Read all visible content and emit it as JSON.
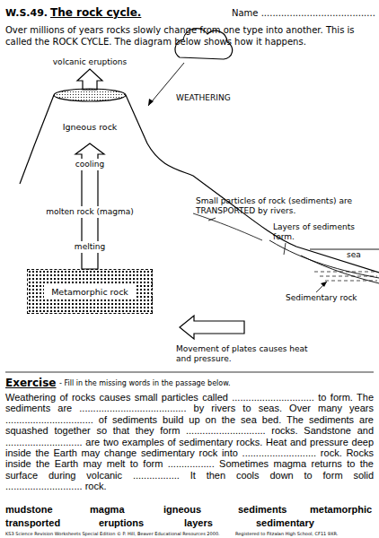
{
  "diagram": {
    "title": "The rock cycle.",
    "nodes": [
      {
        "text": [
          "Igneous rock"
        ]
      },
      {
        "text": [
          "Metamorphic rock"
        ]
      }
    ],
    "edges": [
      {
        "from": 1,
        "to": 0,
        "arrow": "to"
      }
    ],
    "labels": [
      "W.S.49.",
      "Name ........................................",
      "Over millions of years rocks slowly change from one type into another. This is called the ROCK CYCLE. The diagram below shows how it happens.",
      "volcanic eruptions",
      "WEATHERING",
      "cooling",
      "molten rock (magma)",
      "melting",
      "Small particles of rock (sediments) are TRANSPORTED by rivers.",
      "Layers of sediments form.",
      "sea",
      "Sedimentary rock",
      "Movement of plates causes heat and pressure.",
      "Exercise",
      "- Fill in the missing words in the passage below.",
      "Weathering of rocks causes small particles called .............................. to form. The sediments are ....................................... by rivers to seas. Over many years ................................ of sediments build up on the sea bed. The sediments are squashed together so that they form ............................. rocks. Sandstone and ............................ are two examples of sedimentary rocks. Heat and pressure deep inside the Earth may change sedimentary rock into ........................... rock. Rocks inside the Earth may melt to form ................. Sometimes magma returns to the surface during volcanic ................. It then cools down to form solid ............................ rock.",
      "mudstone",
      "magma",
      "igneous",
      "sediments",
      "metamorphic",
      "transported",
      "eruptions",
      "layers",
      "sedimentary",
      "KS3 Science Revision Worksheets Special Edition © P. Hill, Beaver Educational Resources 2000.",
      "Registered to Fitzalan High School, CF11 9XR."
    ]
  }
}
